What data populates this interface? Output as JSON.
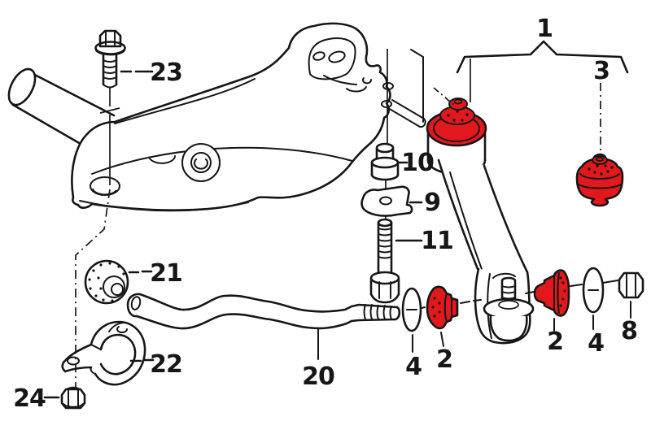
{
  "diagram": {
    "type": "exploded-parts-diagram",
    "subject": "front-axle-subframe-control-arm-and-stabilizer",
    "colors": {
      "background": "#ffffff",
      "line": "#161616",
      "highlight_red": "#e2181d"
    },
    "highlighted_parts": [
      "1",
      "2",
      "3"
    ],
    "labels": {
      "assembly_bracket": "1",
      "cone_bushing_left": "2",
      "cone_bushing_right": "2",
      "bushing_rear": "3",
      "washer_left": "4",
      "washer_right": "4",
      "nut_arm": "8",
      "retaining_plate": "9",
      "spacer_sleeve": "10",
      "long_bolt": "11",
      "stabilizer_bar": "20",
      "stabilizer_bushing": "21",
      "clamp_bracket": "22",
      "flange_bolt": "23",
      "clamp_nut": "24"
    }
  }
}
